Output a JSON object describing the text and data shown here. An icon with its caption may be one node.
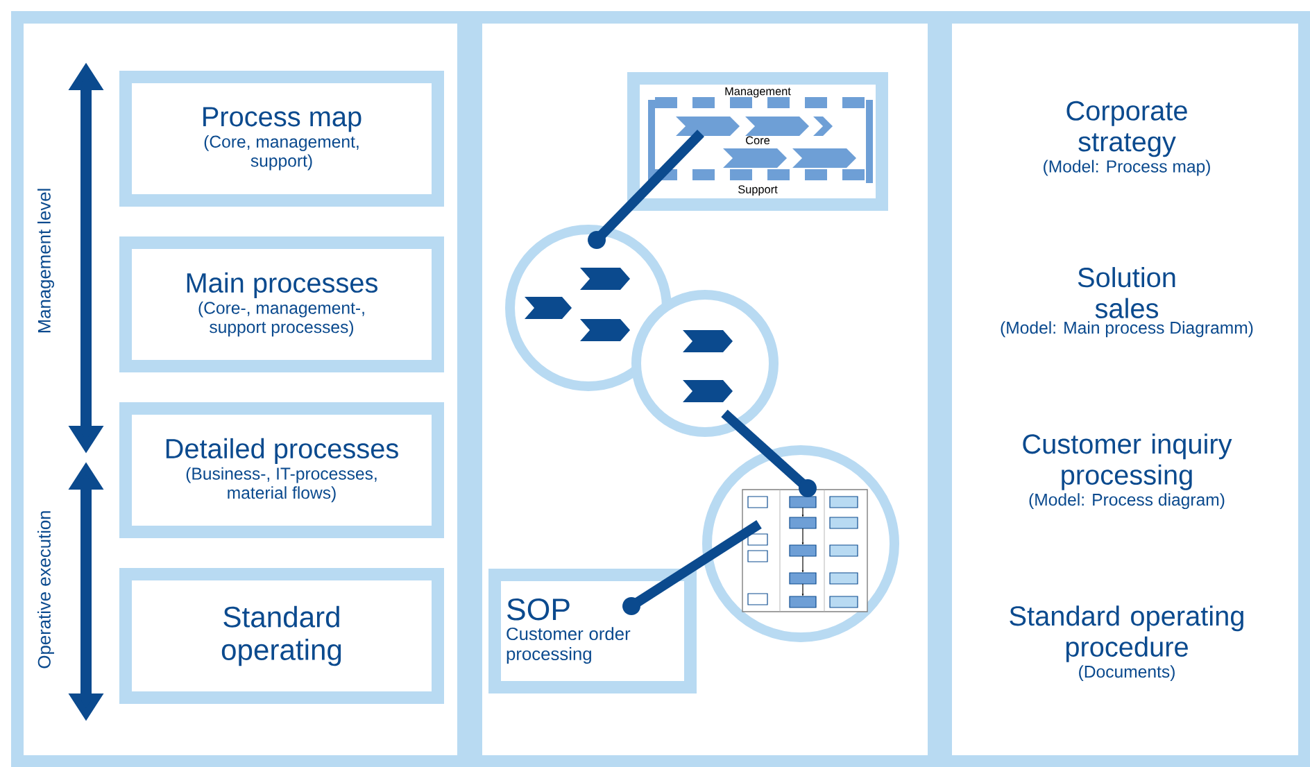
{
  "diagram": {
    "nodes": [
      {
        "text": [
          "Process map",
          "(Core, management, support)"
        ]
      },
      {
        "text": [
          "Main processes",
          "(Core-, management-, support processes)"
        ]
      },
      {
        "text": [
          "Detailed processes",
          "(Business-, IT-processes, material flows)"
        ]
      },
      {
        "text": [
          "Standard operating"
        ]
      },
      {
        "text": [
          "Management",
          "Core",
          "Support"
        ]
      },
      {
        "text": [],
        "shape": "circle"
      },
      {
        "text": [],
        "shape": "circle"
      },
      {
        "text": [],
        "shape": "circle"
      },
      {
        "text": [
          "SOP",
          "Customer order processing"
        ]
      }
    ],
    "edges": [
      {
        "from": 4,
        "to": 5,
        "arrow": "other"
      },
      {
        "from": 6,
        "to": 7,
        "arrow": "other"
      },
      {
        "from": 7,
        "to": 8,
        "arrow": "other"
      }
    ],
    "labels": [
      "Management level",
      "Operative execution",
      "Corporate strategy",
      "(Model: Process map)",
      "Solution sales",
      "(Model: Main process Diagramm)",
      "Customer inquiry processing",
      "(Model: Process diagram)",
      "Standard operating procedure",
      "(Documents)"
    ]
  }
}
